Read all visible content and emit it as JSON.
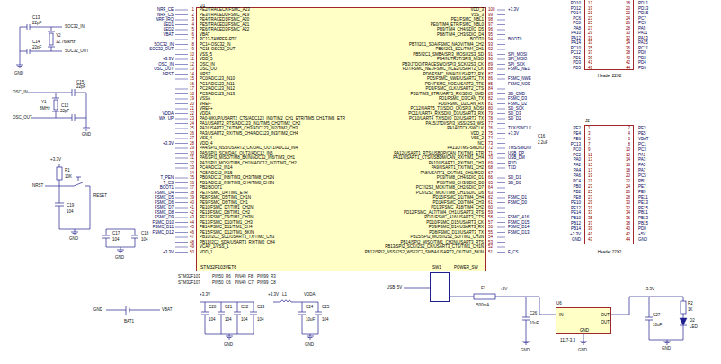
{
  "diagram": {
    "nodes": [
      {
        "text": [
          "U1",
          "STM32F103VET6"
        ]
      },
      {
        "text": [
          "Header 22X2"
        ]
      },
      {
        "text": [
          "J2",
          "Header 22X2"
        ]
      },
      {
        "text": [
          "SW1",
          "POWER_SW"
        ]
      },
      {
        "text": [
          "U6",
          "IN",
          "OUT",
          "OUT",
          "GND",
          "1117-3.3"
        ]
      }
    ],
    "labels": [
      "PE2/TRACECK/FSMC_A23",
      "PE3/TRACED0/FSMC_A19",
      "PE4/TRACED1/FSMC_A20",
      "PE5/TRACED2/FSMC_A21",
      "PE6/TRACED3/FSMC_A22",
      "VBAT",
      "PC13-TAMPER-RTC",
      "PC14-OSC32_IN",
      "PC15-OSC32_OUT",
      "VSS_5",
      "VDD_5",
      "OSC_IN",
      "OSC_OUT",
      "NRST",
      "PC0/ADC123_IN10",
      "PC1/ADC123_IN11",
      "PC2/ADC123_IN12",
      "PC3/ADC123_IN13",
      "VSSA",
      "VREF-",
      "VREF+",
      "VDDA",
      "PA0-WKUP/USART2_CTS/ADC123_IN0/TIM2_CH1_ETR/TIM5_CH1/TIM8_ETR",
      "PA1/USART2_RTS/ADC123_IN1/TIM5_CH2/TIM2_CH2",
      "PA2/USART2_TX/TIM5_CH3/ADC123_IN2/TIM2_CH3",
      "PA3/USART2_RX/TIM5_CH4/ADC123_IN3/TIM2_CH4",
      "VSS_4",
      "VDD_4",
      "PA4/SPI1_NSS/USART2_CK/DAC_OUT1/ADC12_IN4",
      "PA5/SPI1_SCK/DAC_OUT2/ADC12_IN5",
      "PA6/SPI1_MISO/TIM8_BKIN/ADC12_IN6/TIM3_CH1",
      "PA7/SPI1_MOSI/TIM8_CH1N/ADC12_IN7/TIM3_CH2",
      "PC4/ADC12_IN14",
      "PC5/ADC12_IN15",
      "PB0/ADC12_IN8/TIM3_CH3/TIM8_CH2N",
      "PB1/ADC12_IN9/TIM3_CH4/TIM8_CH3N",
      "PB2/BOOT1",
      "PE7/FSMC_D4/TIM1_ETR",
      "PE8/FSMC_D5/TIM1_CH1N",
      "PE9/FSMC_D6/TIM1_CH1",
      "PE10/FSMC_D7/TIM1_CH2N",
      "PE11/FSMC_D8/TIM1_CH2",
      "PE12/FSMC_D9/TIM1_CH3N",
      "PE13/FSMC_D10/TIM1_CH3",
      "PE14/FSMC_D11/TIM1_CH4",
      "PE15/FSMC_D12/TIM1_BKIN",
      "PB10/I2C2_SCL/USART3_TX/TIM2_CH3",
      "PB11/I2C2_SDA/USART3_RX/TIM2_CH4",
      "VCAP_1/VSS_1",
      "VDD_1",
      "1",
      "2",
      "3",
      "4",
      "5",
      "6",
      "7",
      "8",
      "9",
      "10",
      "11",
      "12",
      "13",
      "14",
      "15",
      "16",
      "17",
      "18",
      "19",
      "20",
      "21",
      "22",
      "23",
      "24",
      "25",
      "26",
      "27",
      "28",
      "29",
      "30",
      "31",
      "32",
      "33",
      "34",
      "35",
      "36",
      "37",
      "38",
      "39",
      "40",
      "41",
      "42",
      "43",
      "44",
      "45",
      "46",
      "47",
      "48",
      "49",
      "50",
      "VDD_3",
      "VSS_3",
      "PE1/FSMC_NBL1",
      "PE0/TIM4_ETR/FSMC_NBL0",
      "PB9/TIM4_CH4/SDIO_D5",
      "PB8/TIM4_CH3/SDIO_D4",
      "BOOT0",
      "PB7/I2C1_SDA/FSMC_NADV/TIM4_CH2",
      "PB6/I2C1_SCL/TIM4_CH1",
      "PB5/I2C1_SMBA/SPI3_MOSI/I2S3_SD",
      "PB4/NJTRST/SPI3_MISO",
      "PB3/JTDO/TRACESWO/SPI3_SCK/I2S3_CK",
      "PD7/FSMC_NE1/FSMC_NCE2/USART2_CK",
      "PD6/FSMC_NWAIT/USART2_RX",
      "PD5/FSMC_NWE/USART2_TX",
      "PD4/FSMC_NOE/USART2_RTS",
      "PD3/FSMC_CLK/USART2_CTS",
      "PD2/TIM3_ETR/UART5_RX/SDIO_CMD",
      "PD1/FSMC_D3/CAN_TX",
      "PD0/FSMC_D2/CAN_RX",
      "PC12/UART5_TX/SDIO_CK/SPI3_MOSI",
      "PC11/UART4_RX/SDIO_D3/USART3_RX",
      "PC10/UART4_TX/SDIO_D2/USART3_TX",
      "PA15/JTDI/SPI3_NSS/I2S3_WS",
      "PA14/JTCK-SWCLK",
      "VDD_2",
      "VSS_2",
      "NC",
      "PA13/JTMS-SWDIO",
      "PA12/USART1_RTS/USBDP/CAN_TX/TIM1_ETR",
      "PA11/USART1_CTS/USBDM/CAN_RX/TIM1_CH4",
      "PA10/USART1_RX/TIM1_CH3",
      "PA9/USART1_TX/TIM1_CH2",
      "PA8/USART1_CK/TIM1_CH1/MCO",
      "PC9/TIM8_CH4/SDIO_D1",
      "PC8/TIM8_CH3/SDIO_D0",
      "PC7/I2S3_MCK/TIM8_CH2/SDIO_D7",
      "PC6/I2S2_MCK/TIM8_CH1/SDIO_D6",
      "PD15/FSMC_D1/TIM4_CH4",
      "PD14/FSMC_D0/TIM4_CH3",
      "PD13/FSMC_A18/TIM4_CH2",
      "PD12/FSMC_A17/TIM4_CH1/USART3_RTS",
      "PD11/FSMC_A16/USART3_CTS",
      "PD10/FSMC_D15/USART3_CK",
      "PD9/FSMC_D14/USART3_RX",
      "PD8/FSMC_D13/USART3_TX",
      "PB15/SPI2_MOSI/I2S2_SD/TIM1_CH3N",
      "PB14/SPI2_MISO/TIM1_CH2N/USART3_RTS",
      "PB13/SPI2_SCK/I2S2_CK/USART3_CTS/TIM1_CH1N",
      "PB12/SPI2_NSS/I2S2_WS/I2C2_SMBA/USART3_CK/TIM1_BKIN",
      "100",
      "99",
      "98",
      "97",
      "96",
      "95",
      "94",
      "93",
      "92",
      "91",
      "90",
      "89",
      "88",
      "87",
      "86",
      "85",
      "84",
      "83",
      "82",
      "81",
      "80",
      "79",
      "78",
      "77",
      "76",
      "75",
      "74",
      "73",
      "72",
      "71",
      "70",
      "69",
      "68",
      "67",
      "66",
      "65",
      "64",
      "63",
      "62",
      "61",
      "60",
      "59",
      "58",
      "57",
      "56",
      "55",
      "54",
      "53",
      "52",
      "51",
      "PD10",
      "PD12",
      "PD14",
      "PC6",
      "PC8",
      "PA8",
      "PA10",
      "PA12",
      "PA14",
      "PC10",
      "PC12",
      "PD1",
      "PD3",
      "PD5",
      "17",
      "19",
      "21",
      "23",
      "25",
      "27",
      "29",
      "31",
      "33",
      "35",
      "37",
      "39",
      "41",
      "43",
      "18",
      "20",
      "22",
      "24",
      "26",
      "28",
      "30",
      "32",
      "34",
      "36",
      "38",
      "40",
      "42",
      "44",
      "PD11",
      "PD13",
      "PD15",
      "PC7",
      "PC9",
      "PA9",
      "PA11",
      "PA13",
      "PA15",
      "PC11",
      "PD0",
      "PD2",
      "PD4",
      "PD6",
      "PE2",
      "PE4",
      "PE6",
      "PC13",
      "PC0",
      "PC2",
      "PA0",
      "PA2",
      "PA4",
      "PA6",
      "PC4",
      "PB0",
      "PB2",
      "PE8",
      "PE10",
      "PE12",
      "PE14",
      "PB10",
      "PB12",
      "PB14",
      "+3.3V",
      "GND",
      "1",
      "3",
      "5",
      "7",
      "9",
      "11",
      "13",
      "15",
      "17",
      "19",
      "21",
      "23",
      "25",
      "27",
      "29",
      "31",
      "33",
      "35",
      "37",
      "39",
      "41",
      "43",
      "2",
      "4",
      "6",
      "8",
      "10",
      "12",
      "14",
      "16",
      "18",
      "20",
      "22",
      "24",
      "26",
      "28",
      "30",
      "32",
      "34",
      "36",
      "38",
      "40",
      "42",
      "44",
      "PE3",
      "PE5",
      "VBAT",
      "PC1",
      "PC3",
      "PA1",
      "PA3",
      "PA5",
      "PA7",
      "PC5",
      "PB1",
      "PE7",
      "PE9",
      "PE11",
      "PE13",
      "PE15",
      "PB11",
      "PB13",
      "PB15",
      "PD8",
      "+5V",
      "GND",
      "NRF_CE",
      "NRF_CS",
      "NRF_IRQ",
      "LED1",
      "LED2",
      "VBAT",
      "SOC32_IN",
      "SOC32_OUT",
      "+3.3V",
      "OSC_IN",
      "OSC_OUT",
      "NRST",
      "VDDA",
      "WK_UP",
      "+3.3V",
      "T_PEN",
      "T_CS",
      "BOOT1",
      "FSMC_D4",
      "FSMC_D5",
      "FSMC_D6",
      "FSMC_D7",
      "FSMC_D8",
      "FSMC_D9",
      "FSMC_D10",
      "FSMC_D11",
      "FSMC_D12",
      "+3.3V",
      "+3.3V",
      "BOOT0",
      "SPI_MOSI",
      "SPI_MISO",
      "SPI_SCK",
      "FSMC_NE1",
      "FSMC_NWE",
      "FSMC_NOE",
      "SD_CMD",
      "FSMC_D3",
      "FSMC_D2",
      "SD_SCK",
      "SD_D3",
      "SD_D2",
      "TCK/SWCLK",
      "+3.3V",
      "TMS/SWDIO",
      "USB_DP",
      "USB_DM",
      "RXD",
      "TXD",
      "SD_D1",
      "SD_D0",
      "FSMC_D1",
      "FSMC_D0",
      "FSMC_A16",
      "FSMC_D15",
      "FSMC_D14",
      "FSMC_D13",
      "F_CS",
      "C16",
      "2.2uF",
      "C13",
      "22pF",
      "SOC32_IN",
      "Y2",
      "32.768kHz",
      "C14",
      "22pF",
      "SOC32_OUT",
      "GND",
      "OSC_IN",
      "C15",
      "22pF",
      "Y1",
      "8MHz",
      "OSC_OUT",
      "C12",
      "22pF",
      "GND",
      "+3.3V",
      "R1",
      "10K",
      "NRST",
      "RESET",
      "C19",
      "104",
      "GND",
      "C17",
      "104",
      "C18",
      "104",
      "GND",
      "STM32F103",
      "PIN50",
      "R6",
      "PIN49",
      "F8",
      "PIN99",
      "R3",
      "STM32F107",
      "PIN50",
      "C6",
      "PIN49",
      "C7",
      "PIN99",
      "C8",
      "GND",
      "BAT1",
      "VBAT",
      "+3.3V",
      "C20",
      "C21",
      "C22",
      "C23",
      "104",
      "104",
      "104",
      "104",
      "GND",
      "+3.3V",
      "L1",
      "VDDA",
      "C24",
      "10uF",
      "C25",
      "104",
      "GND",
      "USB_5V",
      "F1",
      "500mA",
      "+5V",
      "C26",
      "10uF",
      "GND",
      "GND",
      "+3.3V",
      "C27",
      "10uF",
      "R2",
      "1K",
      "D2",
      "LED",
      "GND"
    ]
  }
}
